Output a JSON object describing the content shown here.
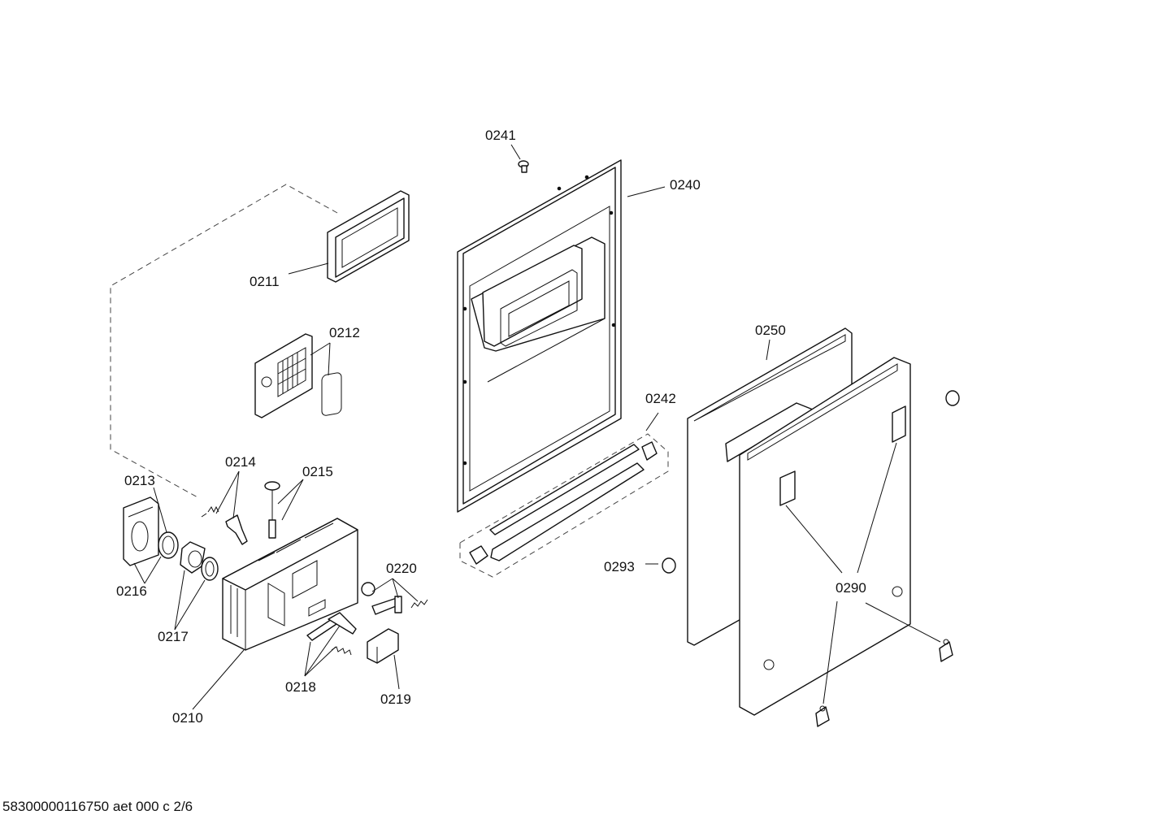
{
  "document_code": "58300000116750 aet 000 c 2/6",
  "callouts": {
    "c0210": "0210",
    "c0211": "0211",
    "c0212": "0212",
    "c0213": "0213",
    "c0214": "0214",
    "c0215": "0215",
    "c0216": "0216",
    "c0217": "0217",
    "c0218": "0218",
    "c0219": "0219",
    "c0220": "0220",
    "c0240": "0240",
    "c0241": "0241",
    "c0242": "0242",
    "c0250": "0250",
    "c0290": "0290",
    "c0293": "0293"
  }
}
